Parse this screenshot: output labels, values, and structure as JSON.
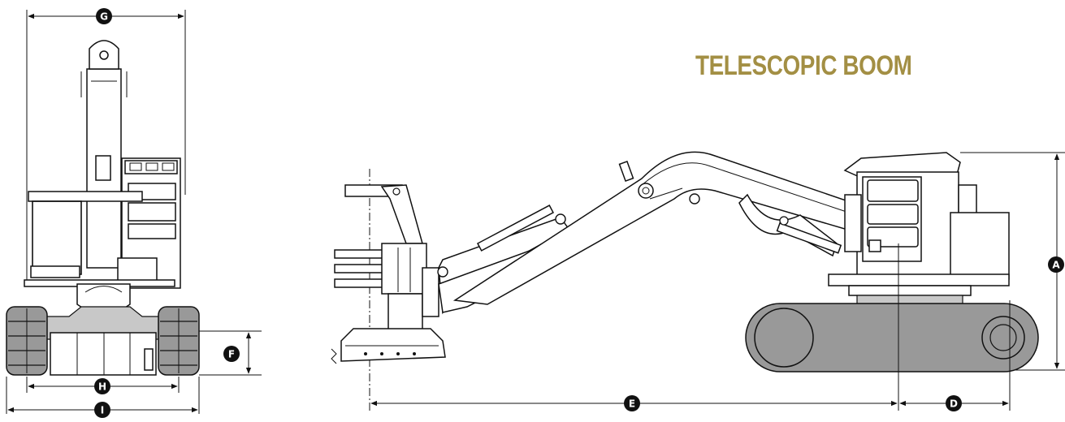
{
  "title": "TELESCOPIC BOOM",
  "dimension_labels": {
    "A": "A",
    "D": "D",
    "E": "E",
    "F": "F",
    "G": "G",
    "H": "H",
    "I": "I"
  },
  "colors": {
    "title": "#a38f44",
    "track_fill": "#999999",
    "line": "#111111",
    "badge": "#111111"
  }
}
